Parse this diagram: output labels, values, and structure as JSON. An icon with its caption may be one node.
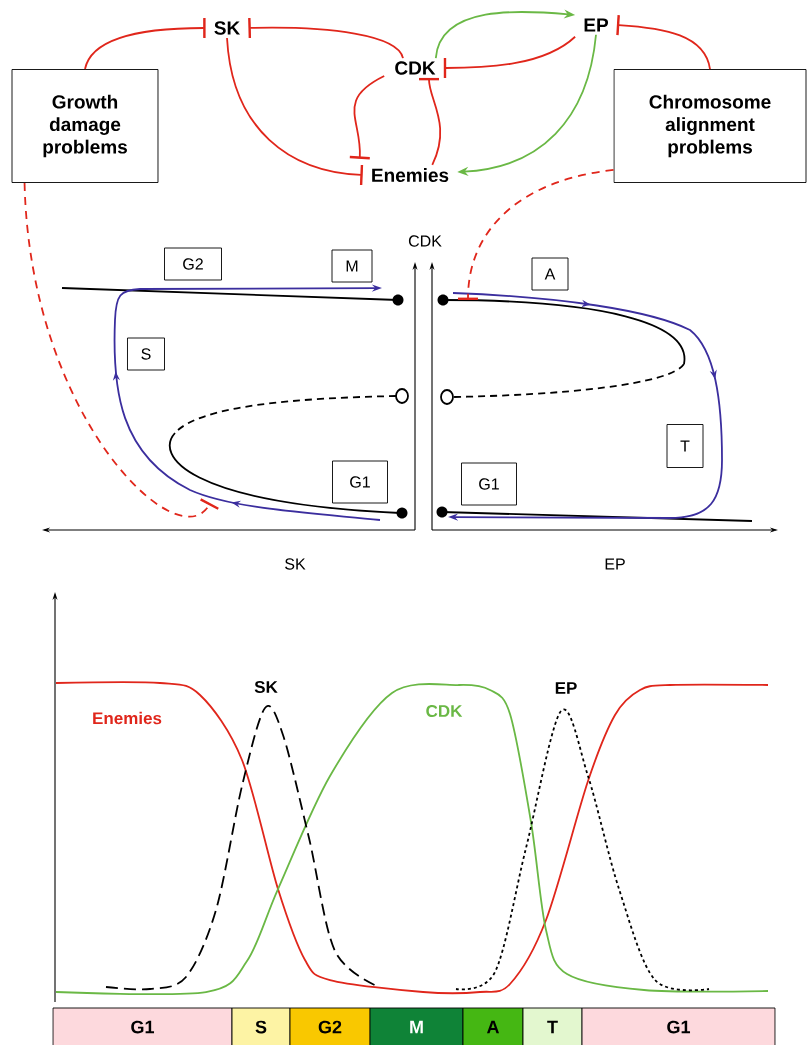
{
  "diagram": {
    "nodes": [
      {
        "text": [
          "SK"
        ]
      },
      {
        "text": [
          "CDK"
        ]
      },
      {
        "text": [
          "EP"
        ]
      },
      {
        "text": [
          "Enemies"
        ]
      },
      {
        "text": [
          "Growth damage problems"
        ]
      },
      {
        "text": [
          "Chromosome alignment problems"
        ]
      },
      {
        "text": [
          "G2"
        ]
      },
      {
        "text": [
          "M"
        ]
      },
      {
        "text": [
          "A"
        ]
      },
      {
        "text": [
          "S"
        ]
      },
      {
        "text": [
          "T"
        ]
      },
      {
        "text": [
          "G1"
        ]
      },
      {
        "text": [
          "G1"
        ]
      },
      {
        "text": [
          "G1"
        ]
      },
      {
        "text": [
          "S"
        ]
      },
      {
        "text": [
          "G2"
        ]
      },
      {
        "text": [
          "M"
        ]
      },
      {
        "text": [
          "A"
        ]
      },
      {
        "text": [
          "T"
        ]
      },
      {
        "text": [
          "G1"
        ]
      }
    ],
    "edges": [
      {
        "from": 4,
        "to": 0,
        "arrow": "other"
      },
      {
        "from": 1,
        "to": 0,
        "arrow": "other"
      },
      {
        "from": 0,
        "to": 3,
        "arrow": "other"
      },
      {
        "from": 1,
        "to": 2,
        "arrow": "to",
        "color": "#6ab845"
      },
      {
        "from": 2,
        "to": 1,
        "arrow": "other"
      },
      {
        "from": 5,
        "to": 2,
        "arrow": "other"
      },
      {
        "from": 2,
        "to": 3,
        "arrow": "to",
        "color": "#6ab845"
      },
      {
        "from": 1,
        "to": 3,
        "arrow": "other"
      },
      {
        "from": 3,
        "to": 1,
        "arrow": "other"
      },
      {
        "from": 4,
        "to": null,
        "arrow": "other",
        "style": "dashed"
      },
      {
        "from": 5,
        "to": null,
        "arrow": "other",
        "style": "dashed"
      }
    ],
    "labels": [
      "CDK",
      "SK",
      "EP",
      "SK",
      "EP",
      "Enemies",
      "CDK"
    ]
  }
}
